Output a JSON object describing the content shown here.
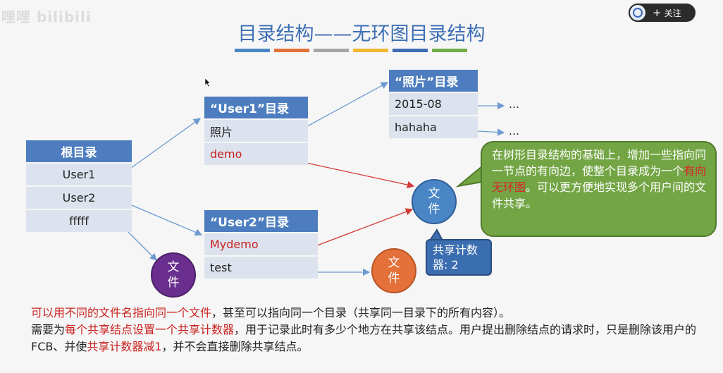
{
  "watermark": "哩哩 bilibili",
  "follow": {
    "plus": "+",
    "label": "关注"
  },
  "title": "目录结构——无环图目录结构",
  "stripe_colors": [
    "#4a86c6",
    "#e4703a",
    "#a5a5a5",
    "#f0b830",
    "#3f6db4",
    "#70ad47"
  ],
  "root": {
    "header": "根目录",
    "items": [
      "User1",
      "User2",
      "fffff"
    ]
  },
  "user1": {
    "header": "“User1”目录",
    "items": [
      "照片",
      "demo"
    ]
  },
  "photo": {
    "header": "“照片”目录",
    "items": [
      "2015-08",
      "hahaha"
    ],
    "ellipsis": "…"
  },
  "user2": {
    "header": "“User2”目录",
    "items": [
      "Mydemo",
      "test"
    ]
  },
  "file_label": "文件",
  "colors": {
    "blue_file": "#4a86c6",
    "orange_file": "#e4703a",
    "purple_file": "#6a2f8e",
    "table_header": "#4d7dbf",
    "highlight": "#c8211e"
  },
  "callout": {
    "text_before": "在树形目录结构的基础上，增加一些指向同一节点的有向边，使整个目录成为一个",
    "highlight": "有向无环图",
    "text_after": "。可以更方便地实现多个用户间的文件共享。"
  },
  "badge": "共享计数器: 2",
  "note": {
    "line1_hl": "可以用不同的文件名指向同一个文件",
    "line1_rest": "，甚至可以指向同一个目录（共享同一目录下的所有内容）。",
    "line2_a": "需要为",
    "line2_hl": "每个共享结点设置一个共享计数器",
    "line2_b": "，用于记录此时有多少个地方在共享该结点。用户提出删除结点的请求时，只是删除该用户的FCB、并使",
    "line2_hl2": "共享计数器减1",
    "line2_c": "，并不会直接删除共享结点。"
  }
}
